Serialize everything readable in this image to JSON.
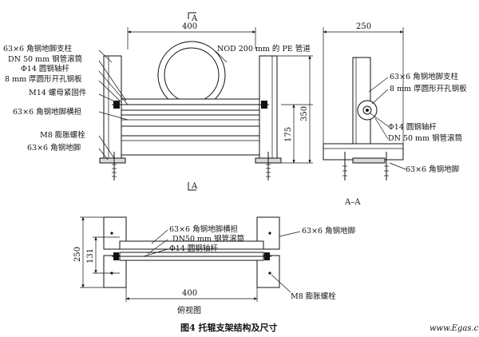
{
  "front_view": {
    "section_mark_top": "A",
    "section_mark_bottom": "A",
    "dim_width": "400",
    "dim_height_total": "350",
    "dim_height_lower": "175",
    "labels": {
      "column": "63×6 角钢地脚支柱",
      "roller": "DN 50 mm 钢管滚筒",
      "shaft": "Φ14 圆钢轴杆",
      "plate": "8 mm 厚圆形开孔钢板",
      "nut": "M14 螺母紧固件",
      "beam": "63×6 角钢地脚横担",
      "bolt": "M8 膨胀螺栓",
      "foot": "63×6 角钢地脚",
      "pipe": "NOD 200 mm 的 PE 管道"
    }
  },
  "side_view": {
    "dim_width": "250",
    "title": "A–A",
    "labels": {
      "column": "63×6 角钢地脚支柱",
      "plate": "8 mm 厚圆形开孔钢板",
      "shaft": "Φ14 圆钢轴杆",
      "roller": "DN 50 mm 钢管滚筒",
      "foot": "63×6 角钢地脚"
    }
  },
  "plan_view": {
    "dim_depth": "250",
    "dim_inner": "131",
    "dim_width": "400",
    "title": "俯视图",
    "labels": {
      "beam": "63×6 角钢地脚横担",
      "roller": "DN50 mm 钢管滚筒",
      "shaft": "Φ14 圆钢轴杆",
      "foot": "63×6 角钢地脚",
      "bolt": "M8 膨胀螺栓"
    }
  },
  "caption": "图4   托辊支架结构及尺寸",
  "watermark": "www.Egas.cn"
}
